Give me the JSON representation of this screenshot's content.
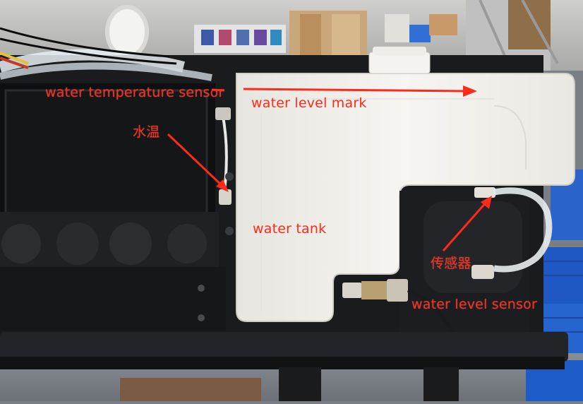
{
  "labels": {
    "water_temperature_sensor": "water temperature sensor",
    "water_level_mark": "water level mark",
    "water_temp_cn": "水温",
    "water_tank": "water tank",
    "sensor_cn": "传感器",
    "water_level_sensor": "water level sensor"
  },
  "colors": {
    "annotation": "#ff2a1a",
    "tank": "#f2f1ec",
    "frame": "#1b1c1e",
    "crate_blue": "#1c5fd1"
  }
}
